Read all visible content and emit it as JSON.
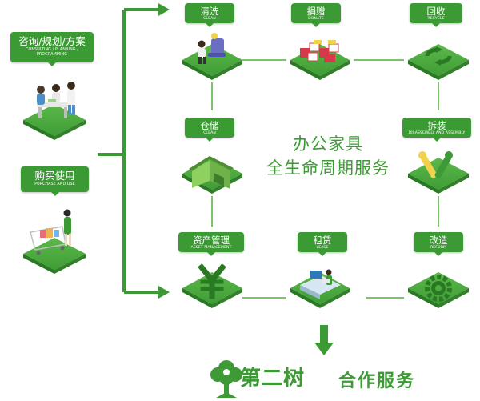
{
  "services": {
    "consulting": {
      "zh": "咨询/规划/方案",
      "en": "CONSULTING / PLANNING / PROGRAMMING"
    },
    "purchase": {
      "zh": "购买使用",
      "en": "PURCHASE AND USE"
    },
    "clean": {
      "zh": "清洗",
      "en": "CLEAN"
    },
    "donate": {
      "zh": "捐赠",
      "en": "DONATE"
    },
    "recycle": {
      "zh": "回收",
      "en": "RECYCLE"
    },
    "storage": {
      "zh": "仓储",
      "en": "CLEAN"
    },
    "disassembly": {
      "zh": "拆装",
      "en": "DISASSEMBLY AND ASSEMBLY"
    },
    "asset": {
      "zh": "资产管理",
      "en": "ASSET MANAGEMENT"
    },
    "lease": {
      "zh": "租赁",
      "en": "LEASE"
    },
    "reform": {
      "zh": "改造",
      "en": "REFORM"
    }
  },
  "center_title": {
    "line1": "办公家具",
    "line2": "全生命周期服务"
  },
  "brand": {
    "name": "第二树",
    "slogan": "合作服务",
    "icon": "tree-logo-icon"
  },
  "colors": {
    "primary": "#3c9a34",
    "light": "#5cb84a",
    "dark": "#2a7a24",
    "line": "#7cc36c"
  }
}
